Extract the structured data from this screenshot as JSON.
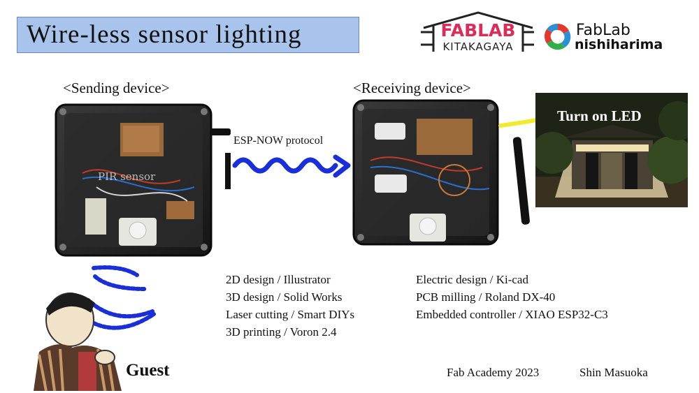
{
  "slide": {
    "title": "Wire-less  sensor  lighting",
    "sending_label": "<Sending device>",
    "receiving_label": "<Receiving device>",
    "protocol_label": "ESP-NOW protocol",
    "led_label": "Turn on LED",
    "sensor_label": "PIR sensor",
    "guest_label": "Guest",
    "left_list": [
      "2D design / Illustrator",
      "3D design / Solid Works",
      "Laser cutting / Smart DIYs",
      "3D printing / Voron 2.4"
    ],
    "right_list": [
      "Electric design / Ki-cad",
      "PCB milling / Roland DX-40",
      "Embedded controller / XIAO ESP32-C3"
    ],
    "footer_course": "Fab Academy 2023",
    "footer_author": "Shin Masuoka"
  },
  "logos": {
    "fablab_kitakagaya_top": "FABLAB",
    "fablab_kitakagaya_bottom": "KITAKAGAYA",
    "fablab_nishiharima_top": "FabLab",
    "fablab_nishiharima_bottom": "nishiharima"
  },
  "colors": {
    "title_bg": "#a9c4ec",
    "wave_blue": "#1a2fd6",
    "arrow_yellow": "#f2ea2e"
  }
}
